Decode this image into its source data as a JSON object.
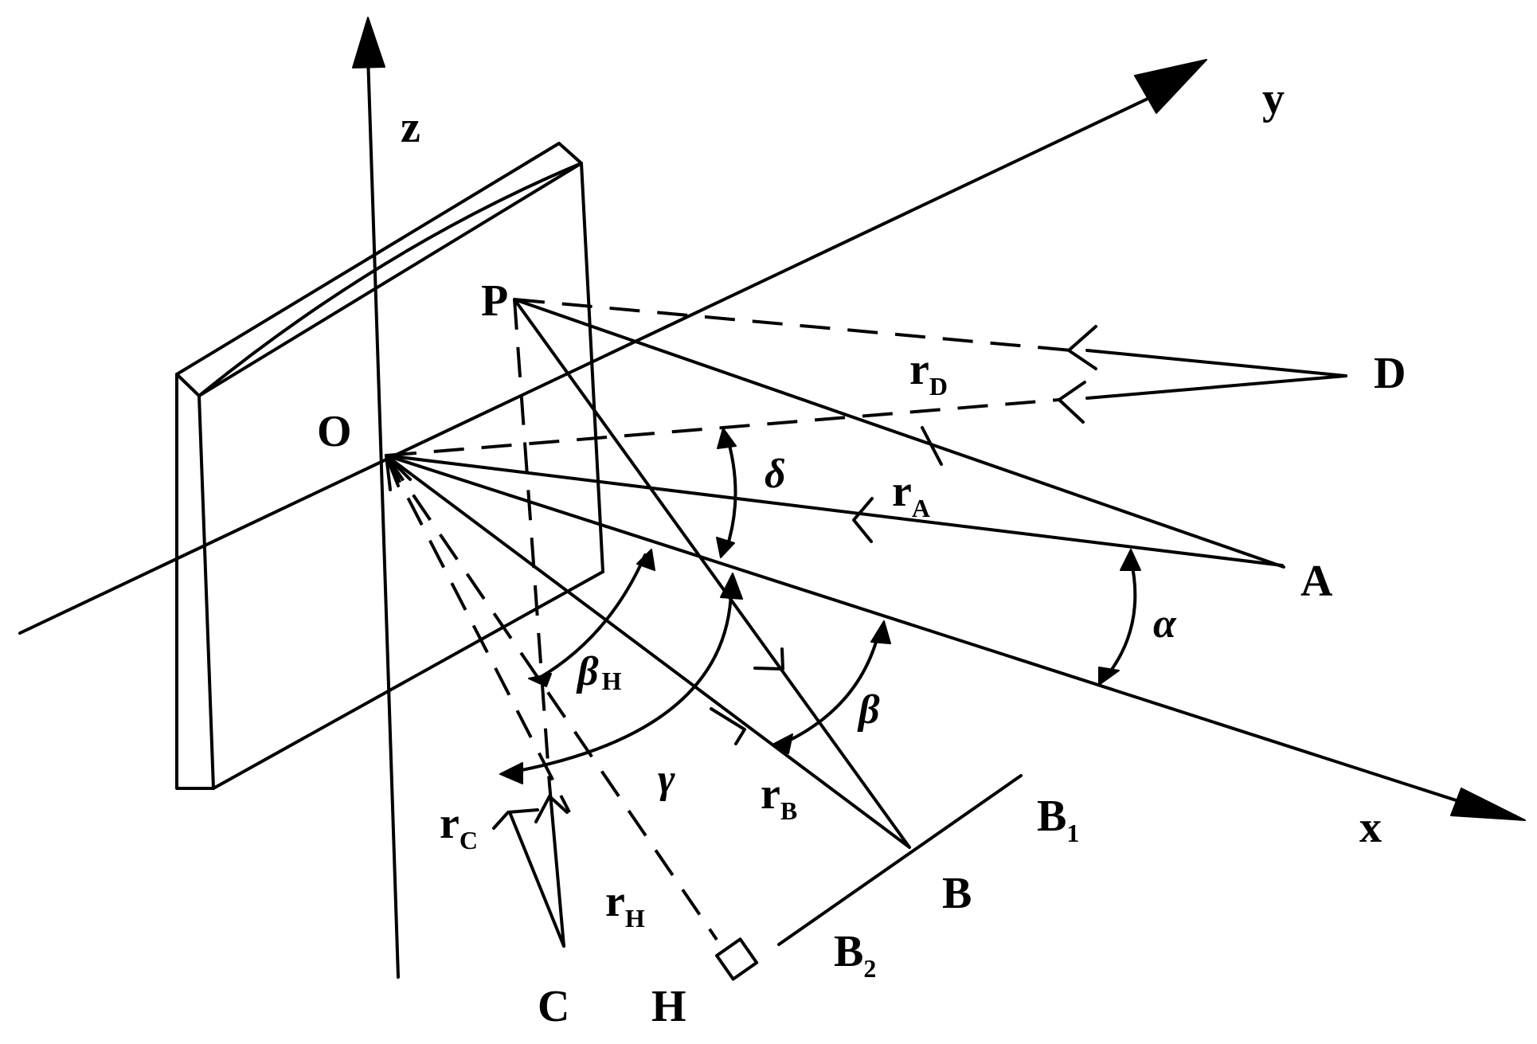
{
  "diagram": {
    "axes": {
      "x": "x",
      "y": "y",
      "z": "z"
    },
    "points": {
      "O": "O",
      "P": "P",
      "A": "A",
      "B": "B",
      "C": "C",
      "D": "D",
      "H": "H",
      "B1": {
        "base": "B",
        "sub": "1"
      },
      "B2": {
        "base": "B",
        "sub": "2"
      }
    },
    "vectors": {
      "rA": {
        "base": "r",
        "sub": "A"
      },
      "rB": {
        "base": "r",
        "sub": "B"
      },
      "rC": {
        "base": "r",
        "sub": "C"
      },
      "rD": {
        "base": "r",
        "sub": "D"
      },
      "rH": {
        "base": "r",
        "sub": "H"
      }
    },
    "angles": {
      "alpha": "α",
      "beta": "β",
      "betaH": {
        "base": "β",
        "sub": "H"
      },
      "gamma": "γ",
      "delta": "δ"
    }
  }
}
